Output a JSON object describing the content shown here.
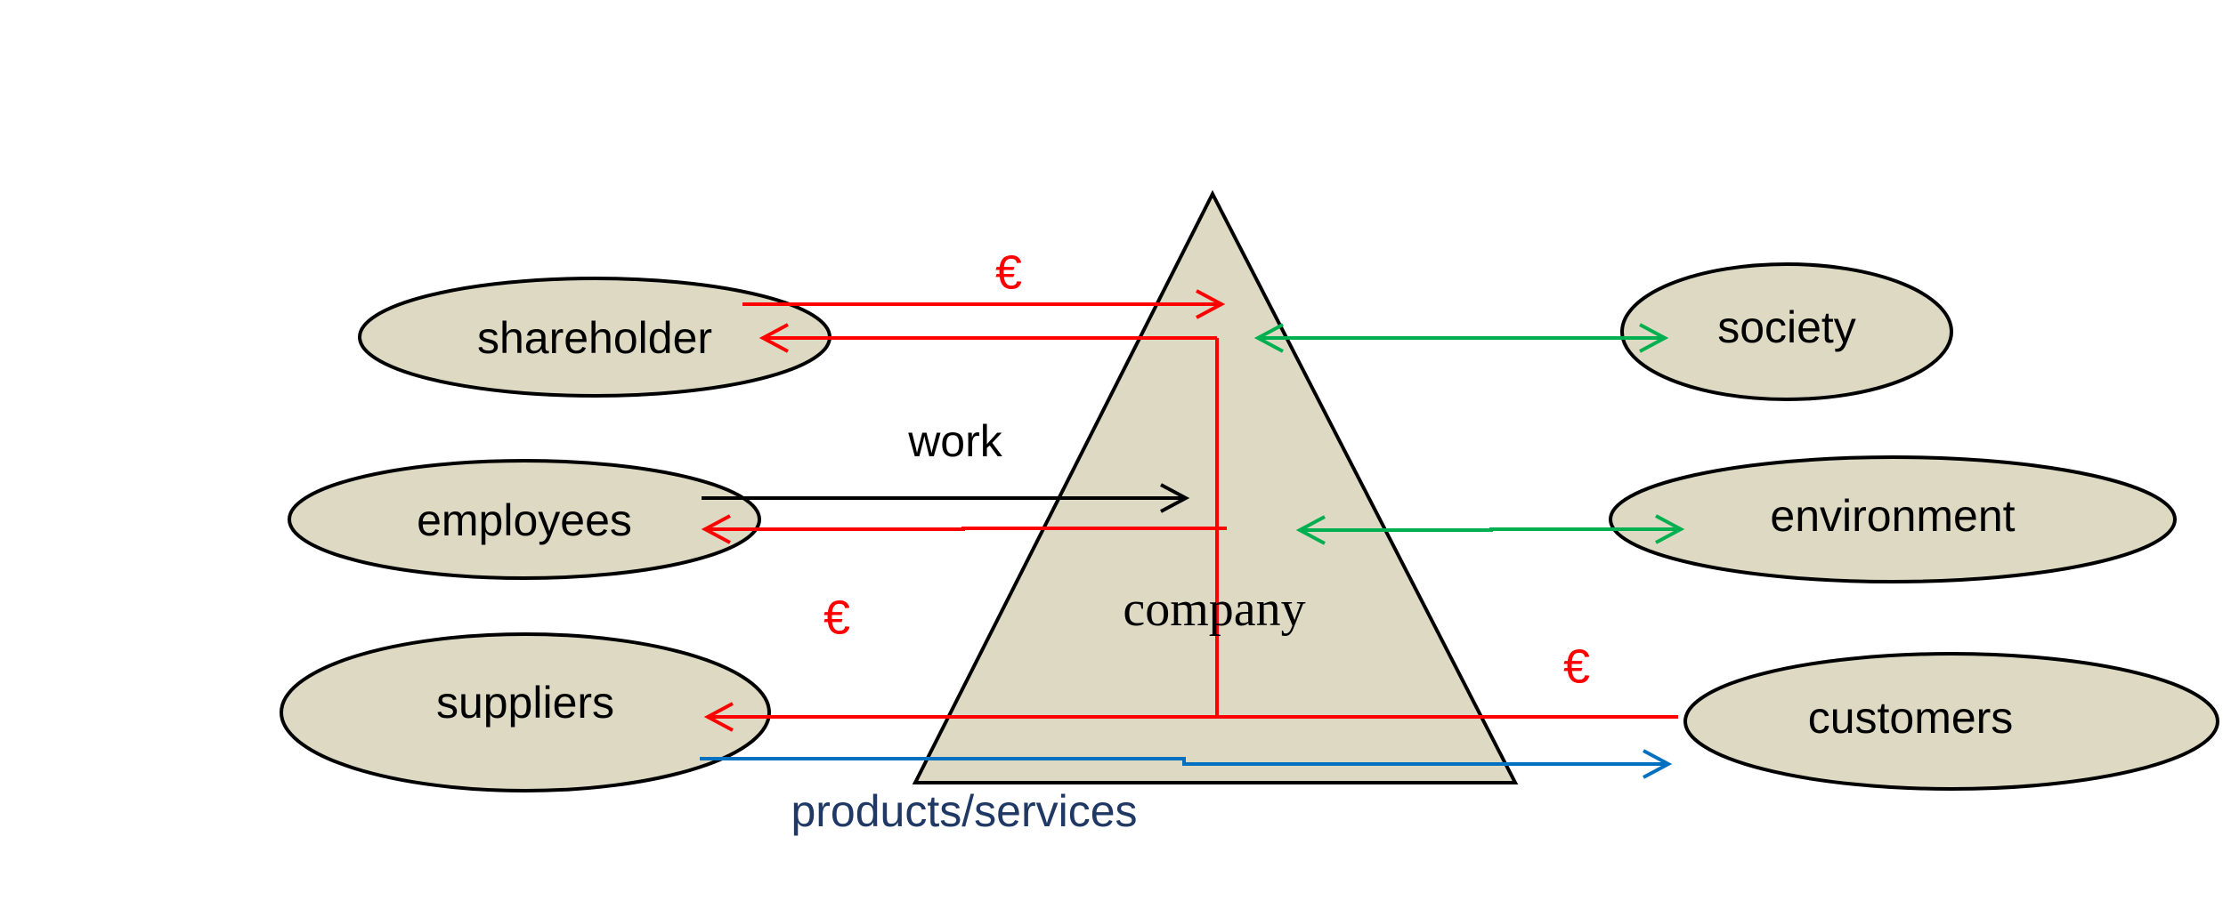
{
  "colors": {
    "node_fill": "#ddd9c3",
    "stroke": "#000000",
    "money": "#ff0000",
    "exchange": "#00b050",
    "goods": "#0070c0",
    "goods_label": "#1f3864",
    "work": "#000000"
  },
  "center": {
    "label": "company"
  },
  "nodes": {
    "shareholder": "shareholder",
    "employees": "employees",
    "suppliers": "suppliers",
    "society": "society",
    "environment": "environment",
    "customers": "customers"
  },
  "labels": {
    "euro_shareholder": "€",
    "euro_suppliers": "€",
    "euro_customers": "€",
    "work": "work",
    "products_services": "products/services"
  }
}
